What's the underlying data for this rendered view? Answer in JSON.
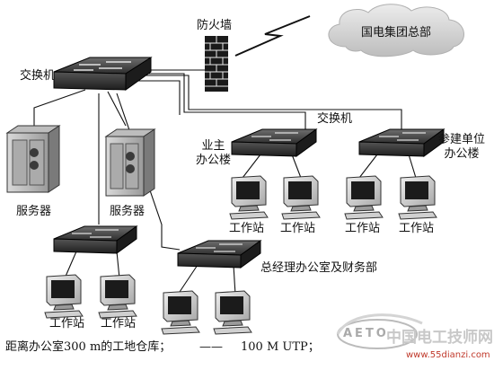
{
  "labels": {
    "firewall": "防火墙",
    "hq": "国电集团总部",
    "switch_main": "交换机",
    "switch_2": "交换机",
    "owner_office": "业主\n办公楼",
    "partner_office": "参建单位\n办公楼",
    "server_1": "服务器",
    "server_2": "服务器",
    "workstation": "工作站",
    "gm_office": "总经理办公室及财务部",
    "footer_text": "距离办公室300 m的工地仓库；",
    "legend_dash": "——",
    "legend_text": "100 M UTP；"
  },
  "watermark": {
    "site_cn": "中国电工技师网",
    "url": "www.55dianzi.com",
    "logo_text": "AETO"
  },
  "colors": {
    "line": "#111111",
    "watermark_red": "#c0392b",
    "cloud_fill": "#dcdcdc"
  }
}
